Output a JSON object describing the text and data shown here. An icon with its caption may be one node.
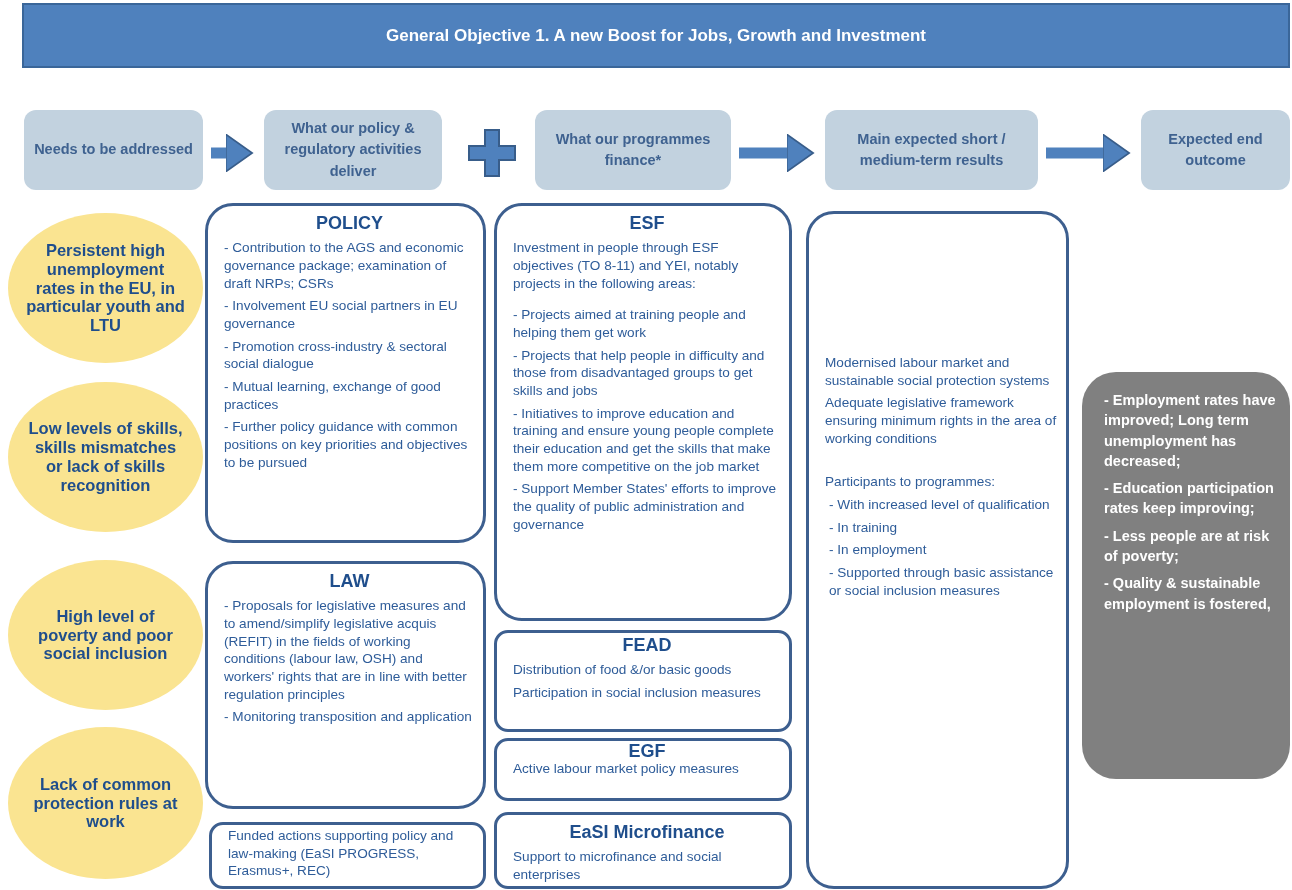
{
  "diagram": {
    "title": "General Objective 1. A new Boost for Jobs, Growth and Investment",
    "nodes": [
      {
        "text": [
          "Needs to be addressed"
        ]
      },
      {
        "text": [
          "What our policy & regulatory activities deliver"
        ]
      },
      {
        "text": [
          "What our programmes finance*"
        ]
      },
      {
        "text": [
          "Main expected short / medium-term results"
        ]
      },
      {
        "text": [
          "Expected end outcome"
        ]
      },
      {
        "text": [
          "Persistent high unemployment rates in the EU, in particular youth and LTU"
        ]
      },
      {
        "text": [
          "Low levels of skills, skills mismatches or lack of skills recognition"
        ]
      },
      {
        "text": [
          "High level of poverty and poor social inclusion"
        ]
      },
      {
        "text": [
          "Lack of common protection rules at work"
        ]
      },
      {
        "text": [
          "POLICY",
          "- Contribution to the AGS and economic governance package; examination of draft NRPs; CSRs",
          "- Involvement EU social partners in EU governance",
          "- Promotion cross-industry & sectoral social dialogue",
          "- Mutual learning, exchange of good practices",
          "- Further policy guidance with common positions on key priorities and objectives to be pursued"
        ]
      },
      {
        "text": [
          "LAW",
          "- Proposals for legislative measures and to amend/simplify legislative acquis (REFIT) in the fields of working conditions (labour law, OSH) and workers' rights that are in line with better regulation principles",
          "- Monitoring transposition and application"
        ]
      },
      {
        "text": [
          "Funded actions supporting policy and law-making (EaSI PROGRESS, Erasmus+, REC)"
        ]
      },
      {
        "text": [
          "ESF",
          "Investment in people through ESF objectives (TO 8-11) and YEI, notably projects in the following areas:",
          "- Projects aimed at training people and helping them get work",
          "- Projects that help people in difficulty and those from disadvantaged groups to get skills and jobs",
          "- Initiatives to improve education and training and ensure young people complete their education and get the skills that make them more competitive on the job market",
          "- Support Member States' efforts to improve the quality of public administration and governance"
        ]
      },
      {
        "text": [
          "FEAD",
          "Distribution of food &/or basic goods",
          "Participation in social inclusion measures"
        ]
      },
      {
        "text": [
          "EGF",
          "Active labour market policy measures"
        ]
      },
      {
        "text": [
          "EaSI Microfinance",
          "Support to microfinance and social enterprises"
        ]
      },
      {
        "text": [
          "Modernised labour market and sustainable social protection systems",
          "Adequate legislative framework ensuring minimum rights in the area of working conditions",
          "Participants to programmes:",
          "- With increased level of qualification",
          "- In training",
          "- In employment",
          "- Supported through basic assistance or social inclusion measures"
        ]
      },
      {
        "text": [
          "- Employment rates have improved; Long term unemployment has decreased;",
          "- Education participation rates keep improving;",
          "- Less people are at risk of poverty;",
          "- Quality & sustainable employment is fostered,"
        ]
      }
    ],
    "edges": [
      {
        "from": 0,
        "to": 1,
        "arrow": "to"
      },
      {
        "from": 2,
        "to": 3,
        "arrow": "to"
      },
      {
        "from": 3,
        "to": 4,
        "arrow": "to"
      }
    ]
  }
}
